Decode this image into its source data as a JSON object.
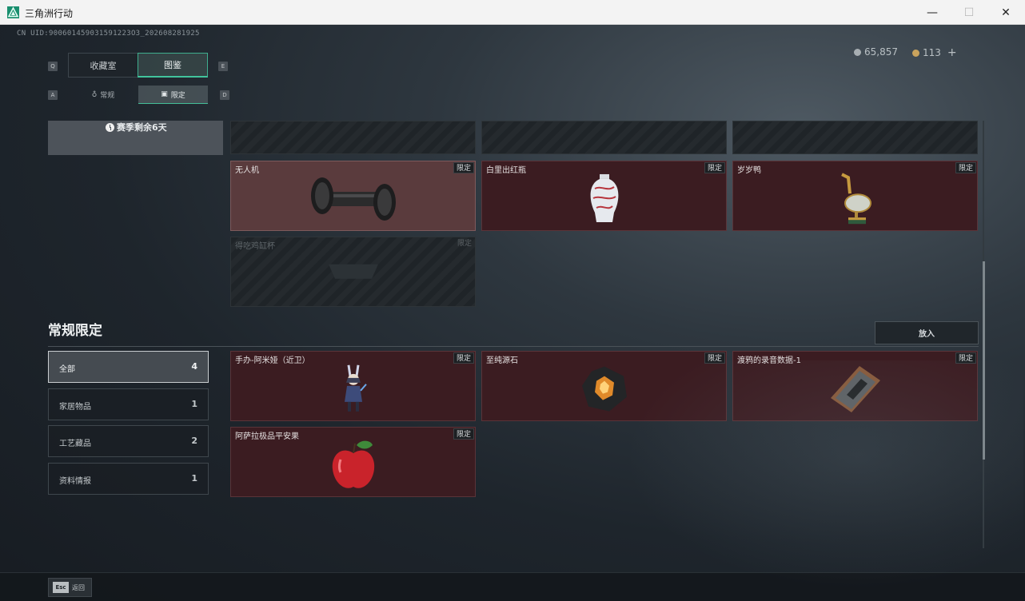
{
  "window": {
    "title": "三角洲行动",
    "minimize": "—",
    "maximize": "☐",
    "close": "✕"
  },
  "header": {
    "uid": "CN UID:900601459031591223O3_202608281925",
    "currency1": "65,857",
    "currency2": "113",
    "add": "+",
    "colors": {
      "silver_coin": "#a7aeb2",
      "gold_coin": "#c9a35d"
    }
  },
  "tabs": {
    "main": [
      {
        "label": "收藏室",
        "key": "Q"
      },
      {
        "label": "图鉴",
        "key": "E"
      }
    ],
    "sub": [
      {
        "label": "常规",
        "key": "A"
      },
      {
        "label": "限定",
        "key": "D"
      }
    ]
  },
  "season": {
    "text": "赛季剩余6天"
  },
  "limited_items": [
    {
      "name": "无人机",
      "badge": "限定",
      "icon": "drone-roller-icon"
    },
    {
      "name": "白里出红瓶",
      "badge": "限定",
      "icon": "porcelain-vase-icon"
    },
    {
      "name": "岁岁鸭",
      "badge": "限定",
      "icon": "bronze-duck-icon"
    },
    {
      "name": "得吃鸡缸杯",
      "badge": "限定",
      "icon": "chicken-cup-icon"
    }
  ],
  "regular_limited": {
    "title": "常规限定",
    "put_button": "放入",
    "filters": [
      {
        "label": "全部",
        "count": "4"
      },
      {
        "label": "家居物品",
        "count": "1"
      },
      {
        "label": "工艺藏品",
        "count": "2"
      },
      {
        "label": "资料情报",
        "count": "1"
      }
    ],
    "items": [
      {
        "name": "手办-阿米娅（近卫）",
        "badge": "限定",
        "icon": "figurine-icon"
      },
      {
        "name": "至纯源石",
        "badge": "限定",
        "icon": "originium-icon"
      },
      {
        "name": "渡鸦的录音数据-1",
        "badge": "限定",
        "icon": "data-tape-icon"
      },
      {
        "name": "阿萨拉极品平安果",
        "badge": "限定",
        "icon": "apple-icon"
      }
    ]
  },
  "footer": {
    "key": "Esc",
    "label": "返回"
  },
  "colors": {
    "accent": "#41c49c",
    "card_bg": "#3b1c21"
  }
}
